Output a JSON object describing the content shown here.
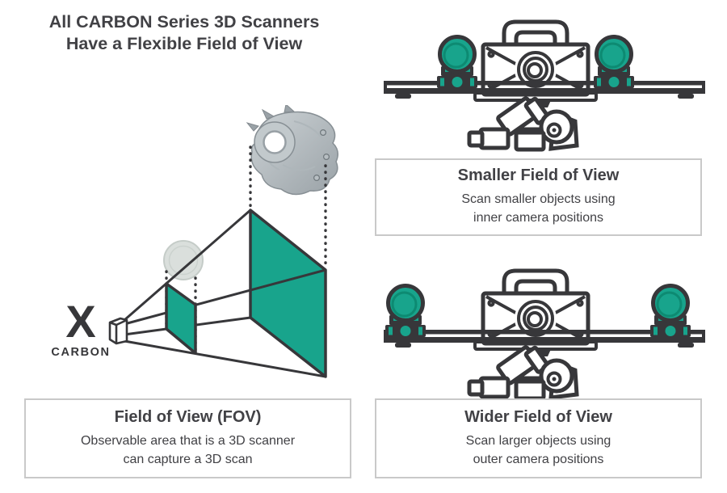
{
  "page": {
    "title_line1": "All CARBON Series 3D Scanners",
    "title_line2": "Have a Flexible Field of View"
  },
  "logo": {
    "symbol": "X",
    "brand": "CARBON"
  },
  "captions": {
    "fov": {
      "title": "Field of View (FOV)",
      "line1": "Observable area that is a 3D scanner",
      "line2": "can capture a 3D scan"
    },
    "smaller": {
      "title": "Smaller Field of View",
      "line1": "Scan smaller objects using",
      "line2": "inner camera positions"
    },
    "wider": {
      "title": "Wider Field of View",
      "line1": "Scan larger objects using",
      "line2": "outer camera positions"
    }
  },
  "illustrations": {
    "fov_diagram": "fov-frustum-with-small-and-large-scan-planes",
    "small_object": "coin",
    "large_object": "metal-casting-part",
    "top_scanner": "carbon-3d-scanner-inner-camera-positions",
    "bottom_scanner": "carbon-3d-scanner-outer-camera-positions"
  },
  "colors": {
    "teal": "#18A48C",
    "outline": "#37373A",
    "text": "#414145",
    "box-border": "#C9C9C9",
    "coin": "#DADFDC",
    "cast-light": "#CDD3D6",
    "cast-dark": "#9AA2A7"
  }
}
